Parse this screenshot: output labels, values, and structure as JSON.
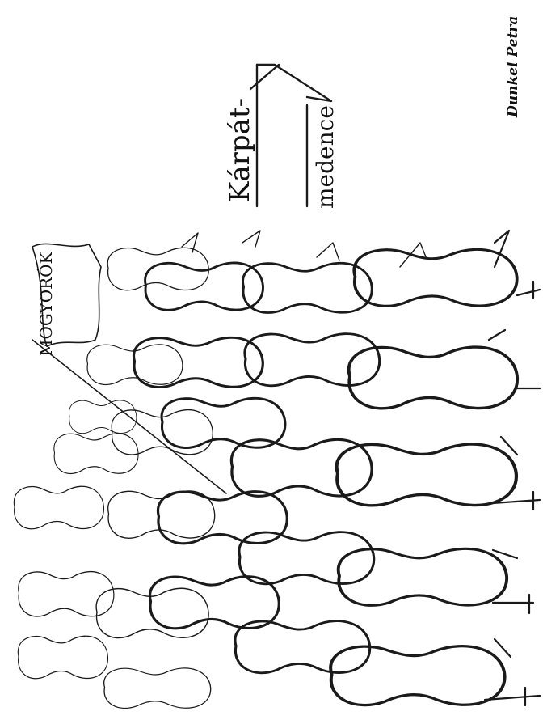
{
  "sketch": {
    "signature": "Dunkel Petra",
    "arrow_label_top": "Kárpát-",
    "arrow_label_bottom": "medence",
    "banner_label": "MOGYORÓK",
    "stroke_color": "#1a1a1a",
    "background": "#ffffff"
  }
}
